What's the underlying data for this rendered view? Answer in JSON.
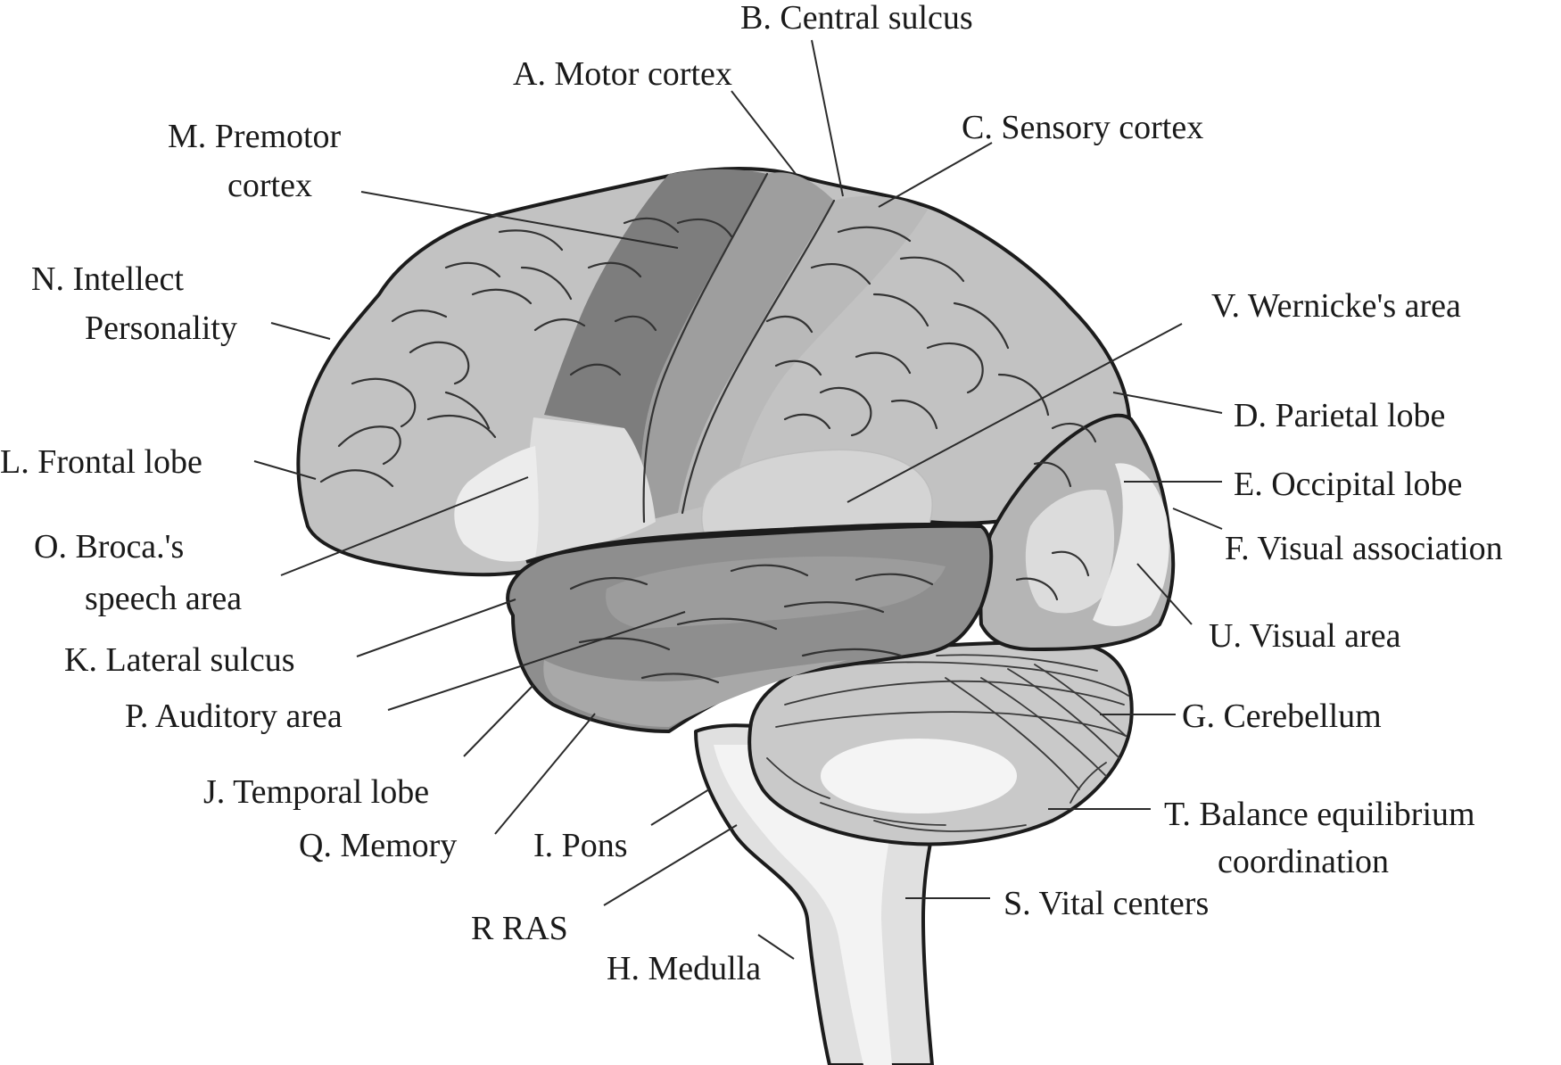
{
  "labels": {
    "A": "A. Motor cortex",
    "B": "B. Central sulcus",
    "C": "C. Sensory cortex",
    "D": "D. Parietal lobe",
    "E": "E. Occipital lobe",
    "F": "F. Visual association",
    "G": "G. Cerebellum",
    "H": "H. Medulla",
    "I": "I. Pons",
    "J": "J. Temporal lobe",
    "K": "K. Lateral sulcus",
    "L": "L. Frontal lobe",
    "M1": "M. Premotor",
    "M2": "cortex",
    "N1": "N. Intellect",
    "N2": "Personality",
    "O1": "O. Broca.'s",
    "O2": "speech area",
    "P": "P. Auditory area",
    "Q": "Q. Memory",
    "R": "R RAS",
    "S": "S. Vital centers",
    "T1": "T. Balance equilibrium",
    "T2": "coordination",
    "U": "U. Visual area",
    "V": "V. Wernicke's area"
  },
  "colors": {
    "frontal": "#c2c2c2",
    "premotor": "#7d7d7d",
    "motor": "#9e9e9e",
    "sensory": "#b9b9b9",
    "parietal": "#c6c6c6",
    "broca": "#dedede",
    "wernicke": "#d4d4d4",
    "temporal": "#8e8e8e",
    "occipital": "#b5b5b5",
    "visual": "#e9e9e9",
    "cerebellum": "#c9c9c9",
    "brainstem": "#e0e0e0"
  }
}
